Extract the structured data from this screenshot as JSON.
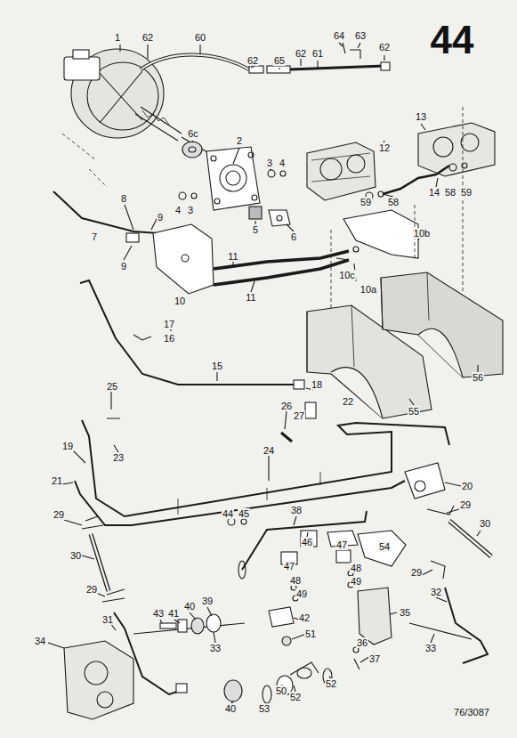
{
  "diagram": {
    "title": "44",
    "labels": [
      "1",
      "62",
      "60",
      "64",
      "63",
      "62",
      "65",
      "62",
      "61",
      "62",
      "13",
      "6c",
      "2",
      "12",
      "3",
      "4",
      "14",
      "58",
      "59",
      "8",
      "59",
      "58",
      "4",
      "3",
      "9",
      "5",
      "10b",
      "7",
      "6",
      "11",
      "9",
      "10c",
      "10a",
      "11",
      "10",
      "17",
      "16",
      "15",
      "56",
      "18",
      "25",
      "22",
      "26",
      "55",
      "27",
      "19",
      "24",
      "23",
      "21",
      "20",
      "29",
      "38",
      "44",
      "45",
      "29",
      "30",
      "46",
      "47",
      "54",
      "30",
      "47",
      "48",
      "29",
      "48",
      "49",
      "29",
      "32",
      "49",
      "40",
      "39",
      "43",
      "41",
      "35",
      "42",
      "31",
      "51",
      "34",
      "36",
      "33",
      "33",
      "37",
      "52",
      "50",
      "52",
      "40",
      "53",
      "76/3087"
    ]
  }
}
